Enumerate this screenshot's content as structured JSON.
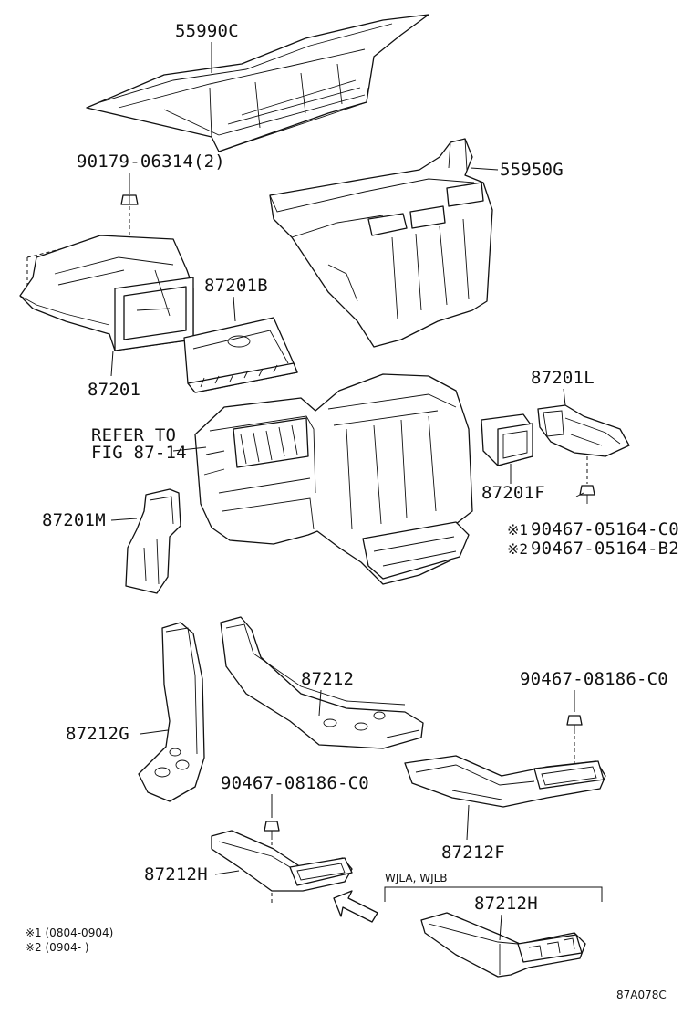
{
  "parts": {
    "p55990c": "55990C",
    "p90179": "90179-06314(2)",
    "p55950g": "55950G",
    "p87201b": "87201B",
    "p87201": "87201",
    "p87201l": "87201L",
    "refer_line1": "REFER TO",
    "refer_line2": "FIG 87-14",
    "p87201f": "87201F",
    "p87201m": "87201M",
    "p90467_c0_mark": "※1",
    "p90467_c0": "90467-05164-C0",
    "p90467_b2_mark": "※2",
    "p90467_b2": "90467-05164-B2",
    "p87212": "87212",
    "p90467_08186_a": "90467-08186-C0",
    "p87212g": "87212G",
    "p90467_08186_b": "90467-08186-C0",
    "p87212f": "87212F",
    "p87212h_a": "87212H",
    "variant_note": "WJLA, WJLB",
    "p87212h_b": "87212H"
  },
  "footnotes": {
    "note1": "※1 (0804-0904)",
    "note2": "※2 (0904-        )"
  },
  "figure_code": "87A078C"
}
